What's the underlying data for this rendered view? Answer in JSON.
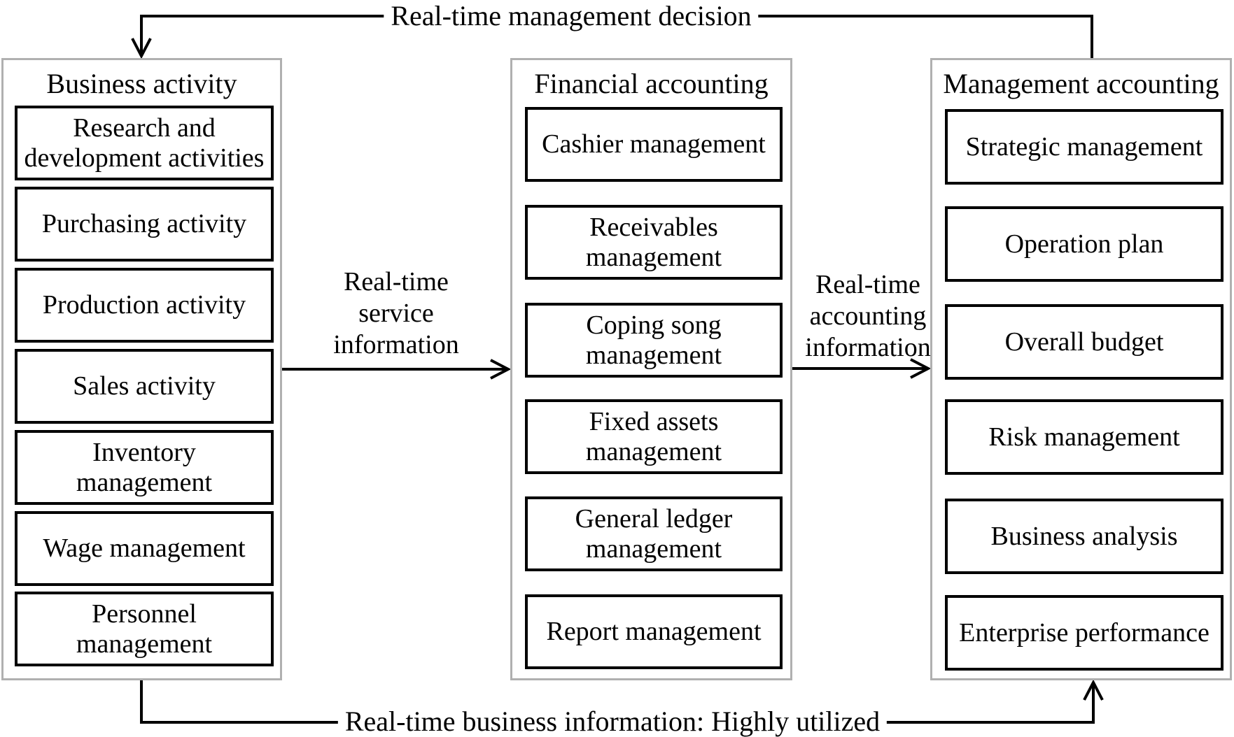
{
  "diagram": {
    "columns": [
      {
        "title": "Business activity",
        "boxes": [
          "Research and development activities",
          "Purchasing activity",
          "Production activity",
          "Sales activity",
          "Inventory management",
          "Wage management",
          "Personnel management"
        ]
      },
      {
        "title": "Financial accounting",
        "boxes": [
          "Cashier management",
          "Receivables management",
          "Coping song management",
          "Fixed assets management",
          "General ledger management",
          "Report management"
        ]
      },
      {
        "title": "Management accounting",
        "boxes": [
          "Strategic management",
          "Operation plan",
          "Overall budget",
          "Risk management",
          "Business analysis",
          "Enterprise performance"
        ]
      }
    ],
    "flow_labels": [
      {
        "lines": [
          "Real-time",
          "service",
          "information"
        ]
      },
      {
        "lines": [
          "Real-time",
          "accounting",
          "information"
        ]
      }
    ],
    "feedback_labels": {
      "top": "Real-time management decision",
      "bottom": "Real-time business information: Highly utilized"
    },
    "colors": {
      "line": "#000000",
      "box_border": "#000000",
      "column_border": "#b0b0b0",
      "text": "#000000",
      "background": "#ffffff"
    }
  }
}
